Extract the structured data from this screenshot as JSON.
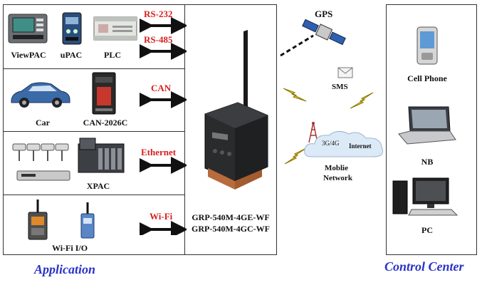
{
  "application": {
    "title": "Application",
    "rows": [
      {
        "labels": [
          "ViewPAC",
          "uPAC",
          "PLC"
        ],
        "link": "RS-232"
      },
      {
        "labels": [
          "Car",
          "CAN-2026C"
        ],
        "link": "CAN"
      },
      {
        "labels": [
          "XPAC"
        ],
        "link": "Ethernet"
      },
      {
        "labels": [
          "Wi-Fi I/O"
        ],
        "link": "Wi-Fi"
      }
    ],
    "extra_link": "RS-485"
  },
  "gateway": {
    "models": [
      "GRP-540M-4GE-WF",
      "GRP-540M-4GC-WF"
    ]
  },
  "network": {
    "gps": "GPS",
    "sms": "SMS",
    "cloud_3g4g": "3G/4G",
    "cloud_internet": "Internet",
    "mobile_network": [
      "Moblie",
      "Network"
    ]
  },
  "control_center": {
    "title": "Control Center",
    "devices": [
      "Cell Phone",
      "NB",
      "PC"
    ]
  },
  "colors": {
    "link_red": "#d81e1e",
    "title_blue": "#2a33c8"
  }
}
